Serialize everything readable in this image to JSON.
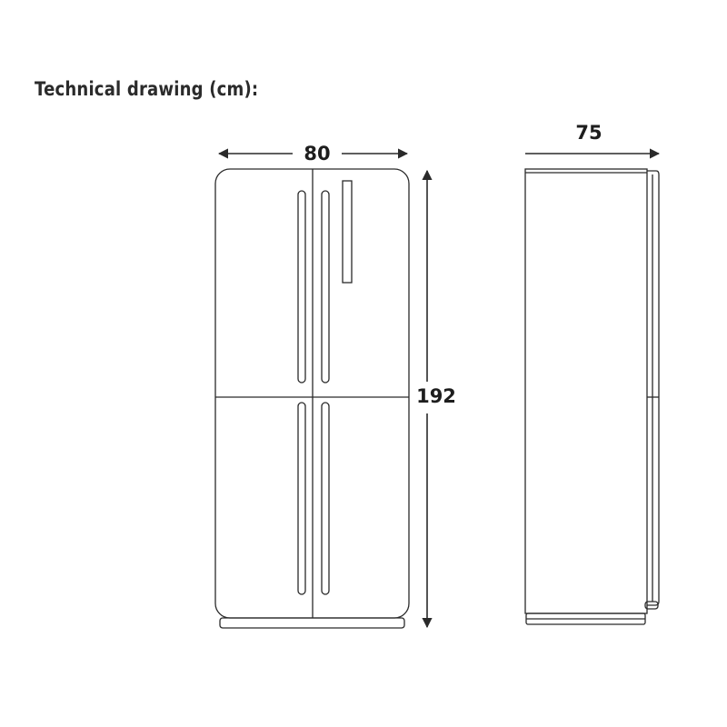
{
  "title": "Technical drawing (cm):",
  "dimensions": {
    "width": "80",
    "depth": "75",
    "height": "192"
  },
  "colors": {
    "line": "#2a2a2a",
    "text": "#1e1e1e",
    "background": "#ffffff"
  }
}
